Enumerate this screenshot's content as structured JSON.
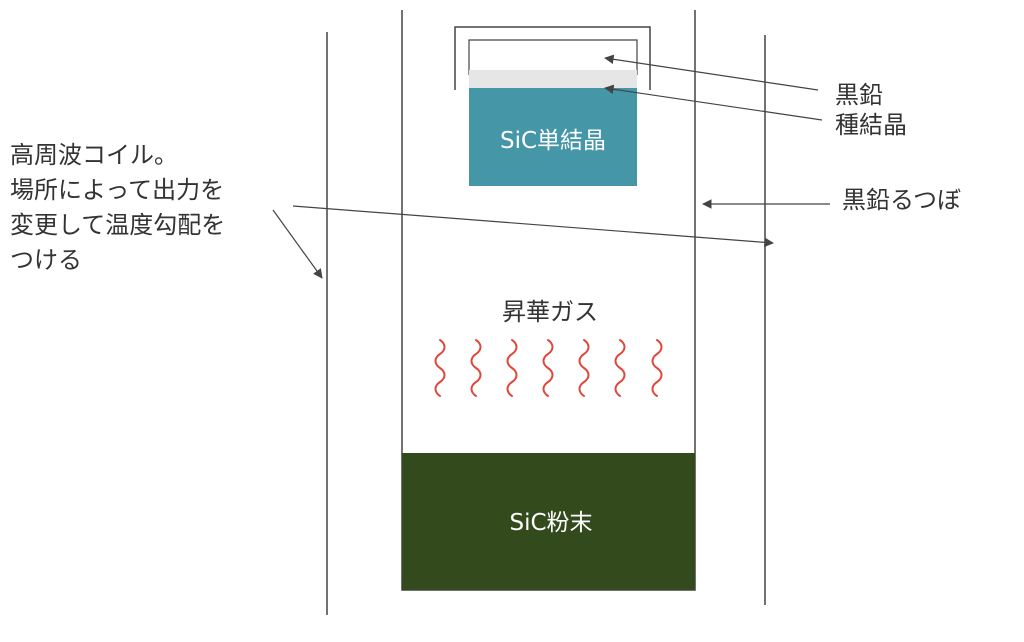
{
  "labels": {
    "coil_note": [
      "高周波コイル。",
      "場所によって出力を",
      "変更して温度勾配を",
      "つける"
    ],
    "graphite": "黒鉛",
    "seed_crystal": "種結晶",
    "crucible": "黒鉛るつぼ",
    "single_crystal": "SiC単結晶",
    "sublimation_gas": "昇華ガス",
    "powder": "SiC粉末"
  },
  "colors": {
    "line": "#444444",
    "crystal": "#4596a7",
    "powder": "#324a1c",
    "seed": "#e6e6e6",
    "gas_wave": "#e0473c",
    "crystal_text": "#ffffff",
    "powder_text": "#ffffff",
    "label_text": "#333333"
  }
}
